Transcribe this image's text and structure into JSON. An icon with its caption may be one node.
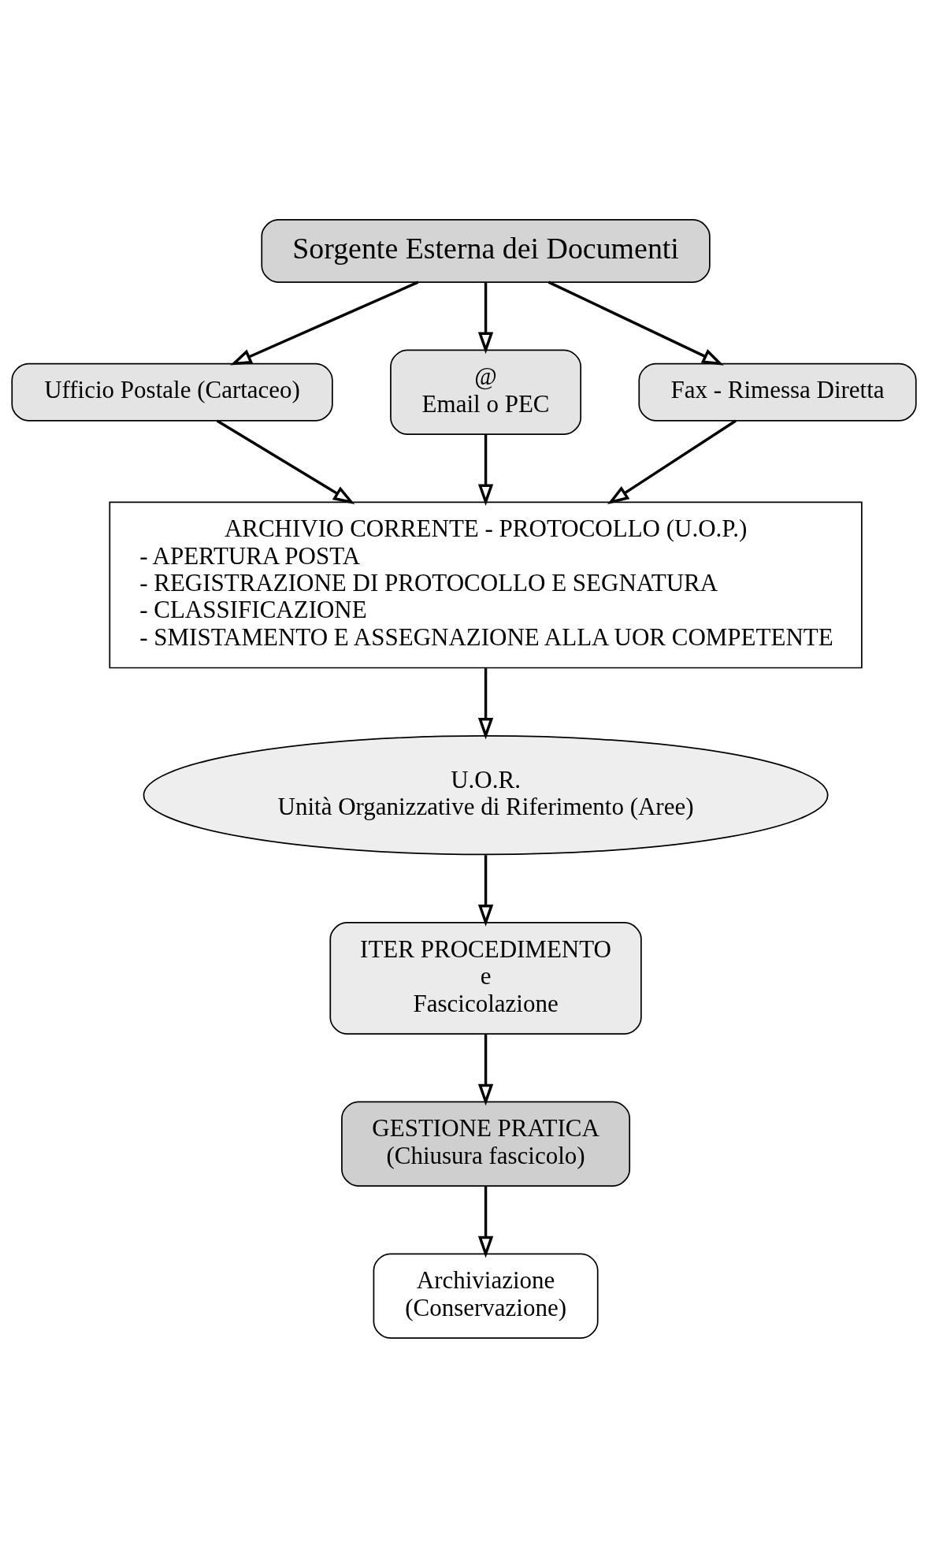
{
  "diagram": {
    "nodes": [
      {
        "text": [
          "Sorgente Esterna dei Documenti"
        ]
      },
      {
        "text": [
          "Ufficio Postale (Cartaceo)"
        ]
      },
      {
        "text": [
          "@",
          "Email o PEC"
        ]
      },
      {
        "text": [
          "Fax - Rimessa Diretta"
        ]
      },
      {
        "text": [
          "ARCHIVIO CORRENTE - PROTOCOLLO (U.O.P.)",
          "- APERTURA POSTA",
          "- REGISTRAZIONE DI PROTOCOLLO E SEGNATURA",
          "- CLASSIFICAZIONE",
          "- SMISTAMENTO E ASSEGNAZIONE ALLA UOR COMPETENTE"
        ]
      },
      {
        "text": [
          "U.O.R.",
          "Unità Organizzative di Riferimento (Aree)"
        ]
      },
      {
        "text": [
          "ITER PROCEDIMENTO",
          "e",
          "Fascicolazione"
        ]
      },
      {
        "text": [
          "GESTIONE PRATICA",
          "(Chiusura fascicolo)"
        ]
      },
      {
        "text": [
          "Archiviazione",
          "(Conservazione)"
        ]
      }
    ],
    "edges": [
      {
        "from": 0,
        "to": 1,
        "arrow": "to"
      },
      {
        "from": 0,
        "to": 2,
        "arrow": "to"
      },
      {
        "from": 0,
        "to": 3,
        "arrow": "to"
      },
      {
        "from": 1,
        "to": 4,
        "arrow": "to"
      },
      {
        "from": 2,
        "to": 4,
        "arrow": "to"
      },
      {
        "from": 3,
        "to": 4,
        "arrow": "to"
      },
      {
        "from": 4,
        "to": 5,
        "arrow": "to"
      },
      {
        "from": 5,
        "to": 6,
        "arrow": "to"
      },
      {
        "from": 6,
        "to": 7,
        "arrow": "to"
      },
      {
        "from": 7,
        "to": 8,
        "arrow": "to"
      }
    ]
  }
}
